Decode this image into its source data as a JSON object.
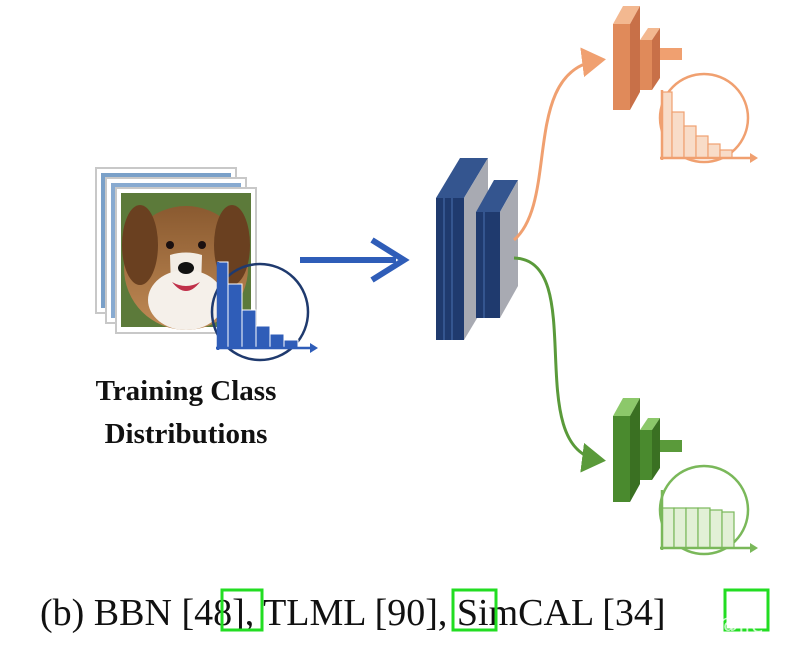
{
  "figure": {
    "input_label_line1": "Training Class",
    "input_label_line2": "Distributions",
    "caption_prefix": "(b) BBN [",
    "ref_bbn": "48",
    "caption_mid1": "], TLML [",
    "ref_tlml": "90",
    "caption_mid2": "], SimCAL [",
    "ref_simcal": "34",
    "caption_suffix": "]",
    "watermark": "知乎 @Ife"
  },
  "colors": {
    "input_blue": "#2f5db8",
    "backbone_navy": "#1f3a6e",
    "head_top": "#f0a070",
    "head_bottom": "#5a9a3a",
    "ref_box": "#22dd22"
  },
  "icons": {
    "input": "dog-photo-stack-icon",
    "backbone": "feature-extractor-blocks-icon",
    "head_top": "classifier-head-orange-icon",
    "head_bottom": "classifier-head-green-icon"
  }
}
